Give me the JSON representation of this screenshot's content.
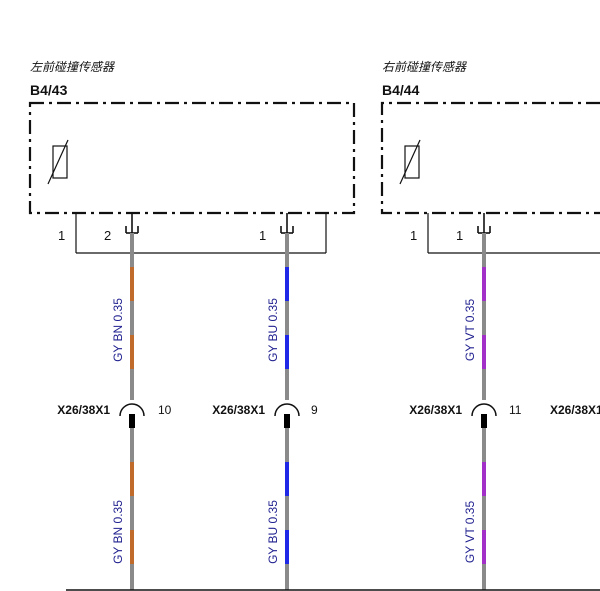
{
  "components": [
    {
      "name": "左前碰撞传感器",
      "code": "B4/43",
      "pins": [
        "1",
        "2",
        "1"
      ]
    },
    {
      "name": "右前碰撞传感器",
      "code": "B4/44",
      "pins": [
        "1",
        "1"
      ]
    }
  ],
  "connectors": [
    {
      "label": "X26/38X1",
      "pin": "10"
    },
    {
      "label": "X26/38X1",
      "pin": "9"
    },
    {
      "label": "X26/38X1",
      "pin": "11"
    },
    {
      "label": "X26/38X1"
    }
  ],
  "wires": [
    {
      "label": "GY BN 0.35",
      "color_a": "#8a8a8a",
      "color_b": "#c06a2c",
      "text_color": "#1f1f8f"
    },
    {
      "label": "GY BU 0.35",
      "color_a": "#8a8a8a",
      "color_b": "#1f28e6",
      "text_color": "#1f1f8f"
    },
    {
      "label": "GY VT 0.35",
      "color_a": "#8a8a8a",
      "color_b": "#a32fc9",
      "text_color": "#1f1f8f"
    }
  ]
}
